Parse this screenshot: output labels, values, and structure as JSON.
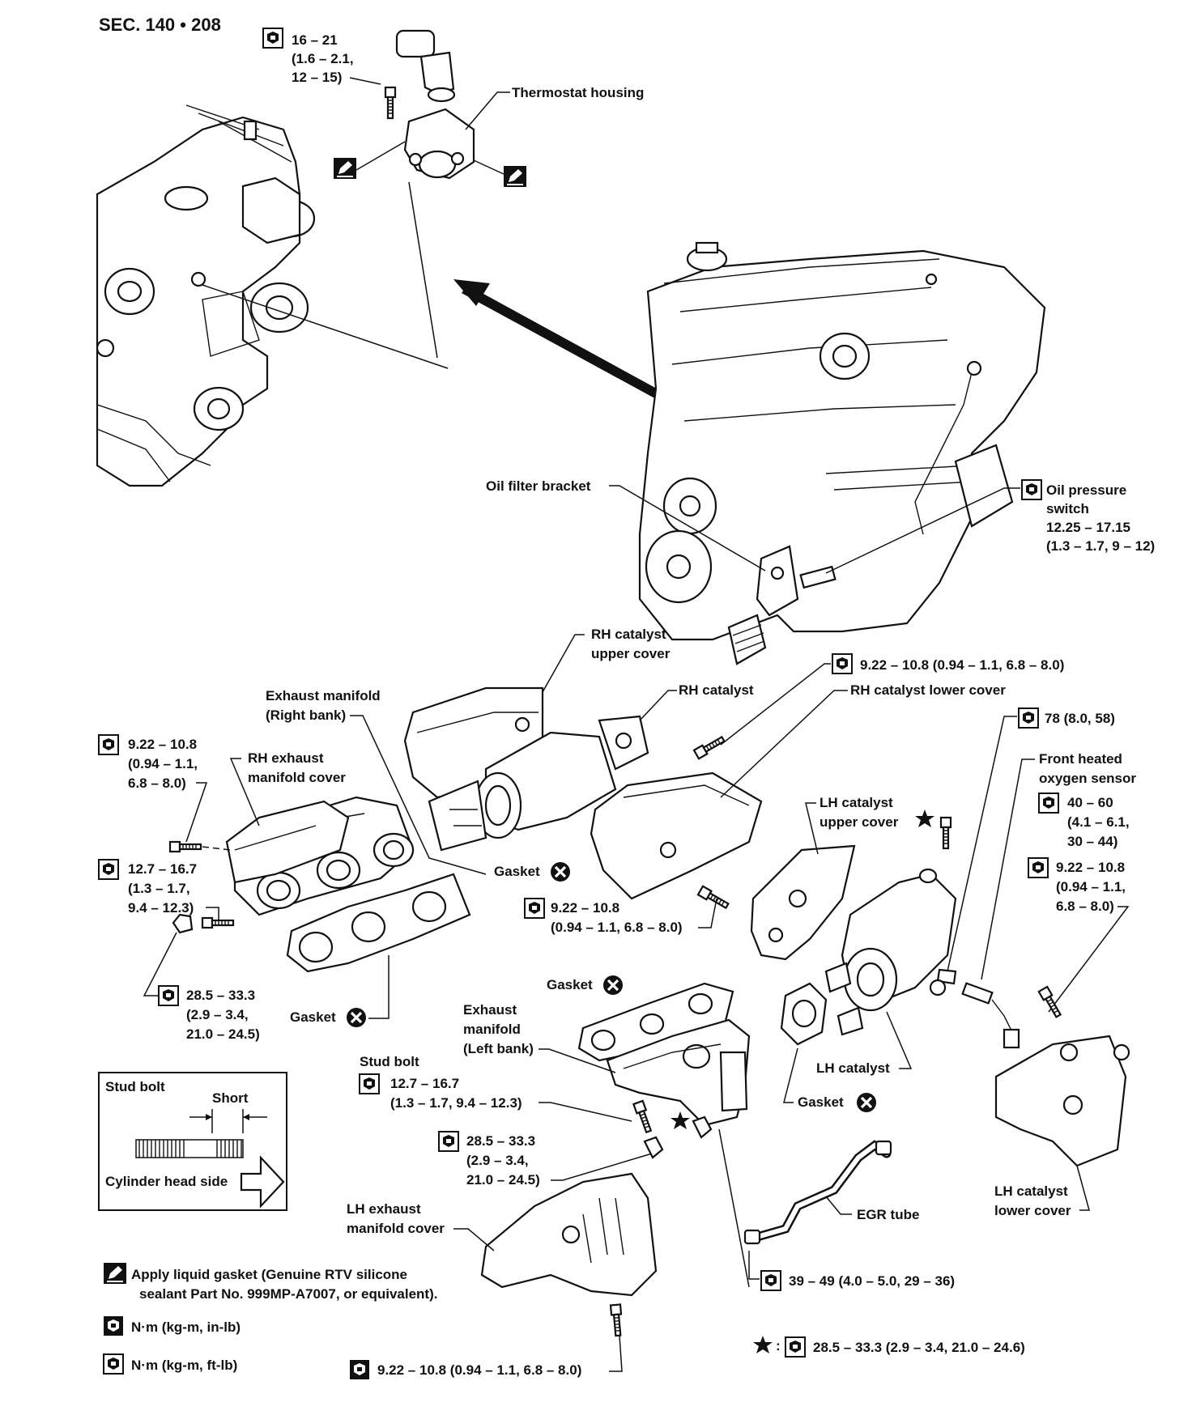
{
  "section": "SEC. 140 • 208",
  "labels": {
    "thermostat_torque": [
      "16 – 21",
      "(1.6 – 2.1,",
      "12 – 15)"
    ],
    "thermostat_housing": "Thermostat housing",
    "oil_filter_bracket": "Oil filter bracket",
    "oil_pressure_switch": [
      "Oil pressure",
      "switch",
      "12.25 – 17.15",
      "(1.3 – 1.7, 9 – 12)"
    ],
    "rh_catalyst_upper_cover": [
      "RH catalyst",
      "upper cover"
    ],
    "rh_catalyst_lower_torque": "9.22 – 10.8 (0.94 – 1.1, 6.8 – 8.0)",
    "rh_catalyst": "RH catalyst",
    "rh_catalyst_lower_cover": "RH catalyst lower cover",
    "exhaust_manifold_right": [
      "Exhaust manifold",
      "(Right bank)"
    ],
    "left_torque_1": [
      "9.22 – 10.8",
      "(0.94 – 1.1,",
      "6.8 – 8.0)"
    ],
    "rh_exhaust_manifold_cover": [
      "RH exhaust",
      "manifold cover"
    ],
    "torque_78": "78 (8.0, 58)",
    "front_heated_oxygen_sensor": [
      "Front heated",
      "oxygen sensor"
    ],
    "o2_torque": [
      "40 – 60",
      "(4.1 – 6.1,",
      "30 – 44)"
    ],
    "lh_catalyst_upper_cover": [
      "LH catalyst",
      "upper cover"
    ],
    "right_torque_2": [
      "9.22 – 10.8",
      "(0.94 – 1.1,",
      "6.8 – 8.0)"
    ],
    "left_torque_2": [
      "12.7 – 16.7",
      "(1.3 – 1.7,",
      "9.4 – 12.3)"
    ],
    "gasket": "Gasket",
    "center_torque": [
      "9.22 – 10.8",
      "(0.94 – 1.1, 6.8 – 8.0)"
    ],
    "left_torque_3": [
      "28.5 – 33.3",
      "(2.9 – 3.4,",
      "21.0 – 24.5)"
    ],
    "exhaust_manifold_left": [
      "Exhaust",
      "manifold",
      "(Left bank)"
    ],
    "lh_catalyst": "LH catalyst",
    "stud_bolt_label": "Stud bolt",
    "stud_bolt_torque": [
      "12.7 – 16.7",
      "(1.3 – 1.7, 9.4 – 12.3)"
    ],
    "nut_torque": [
      "28.5 – 33.3",
      "(2.9 – 3.4,",
      "21.0 – 24.5)"
    ],
    "lh_exhaust_manifold_cover": [
      "LH exhaust",
      "manifold cover"
    ],
    "egr_tube": "EGR tube",
    "egr_torque": "39 – 49 (4.0 – 5.0, 29 – 36)",
    "lh_catalyst_lower_cover": [
      "LH catalyst",
      "lower cover"
    ],
    "bottom_torque": "9.22 – 10.8 (0.94 – 1.1, 6.8 – 8.0)",
    "star_torque": "28.5 – 33.3 (2.9 – 3.4, 21.0 – 24.6)"
  },
  "inset": {
    "title": "Stud bolt",
    "short": "Short",
    "side": "Cylinder head side"
  },
  "legend": {
    "liquid_gasket": [
      "Apply liquid gasket (Genuine RTV silicone",
      "sealant Part No. 999MP-A7007, or equivalent)."
    ],
    "inlb": "N·m (kg-m, in-lb)",
    "ftlb": "N·m (kg-m, ft-lb)"
  },
  "icons": {
    "torque": "torque-wrench-icon",
    "replace": "replace-part-x-icon",
    "liquid_gasket": "liquid-gasket-icon",
    "star": "star-icon"
  }
}
